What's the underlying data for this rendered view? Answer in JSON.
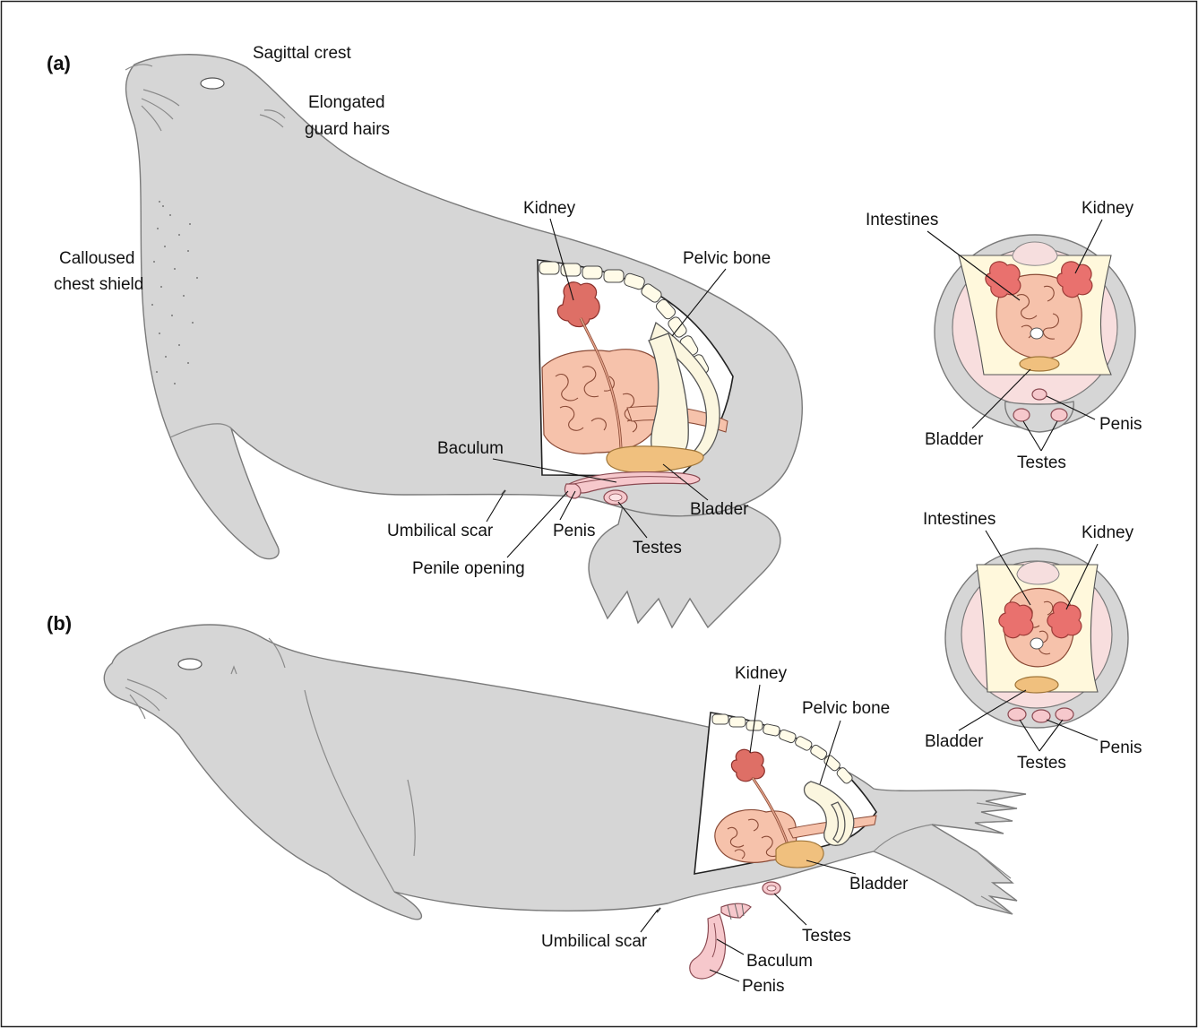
{
  "panels": {
    "a": "(a)",
    "b": "(b)"
  },
  "labels_a": {
    "sagittal_crest": "Sagittal crest",
    "guard_hairs_line1": "Elongated",
    "guard_hairs_line2": "guard hairs",
    "chest_shield_line1": "Calloused",
    "chest_shield_line2": "chest shield",
    "kidney": "Kidney",
    "pelvic_bone": "Pelvic bone",
    "baculum": "Baculum",
    "bladder": "Bladder",
    "umbilical_scar": "Umbilical scar",
    "penis": "Penis",
    "testes": "Testes",
    "penile_opening": "Penile opening"
  },
  "labels_a_section": {
    "intestines": "Intestines",
    "kidney": "Kidney",
    "bladder": "Bladder",
    "penis": "Penis",
    "testes": "Testes"
  },
  "labels_b": {
    "kidney": "Kidney",
    "pelvic_bone": "Pelvic bone",
    "bladder": "Bladder",
    "testes": "Testes",
    "umbilical_scar": "Umbilical scar",
    "baculum": "Baculum",
    "penis": "Penis"
  },
  "labels_b_section": {
    "intestines": "Intestines",
    "kidney": "Kidney",
    "bladder": "Bladder",
    "testes": "Testes",
    "penis": "Penis"
  },
  "colors": {
    "body": "#d6d6d6",
    "kidney": "#de6f66",
    "intestines": "#f6c2ab",
    "bladder": "#f0c07e",
    "reproductive": "#f6c8cc",
    "bone": "#fbf6df"
  }
}
